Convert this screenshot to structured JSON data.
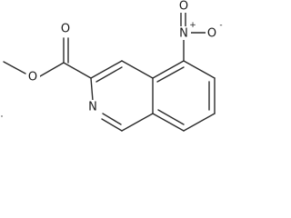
{
  "molecule": {
    "atoms": {
      "ester_o_methoxy": "O",
      "ester_o_carbonyl": "O",
      "nitro_n": "N",
      "nitro_o_top": "O",
      "nitro_o_right": "O",
      "ring_n": "N"
    },
    "charges": {
      "nitro_n": "+",
      "nitro_o_right": "-"
    }
  }
}
